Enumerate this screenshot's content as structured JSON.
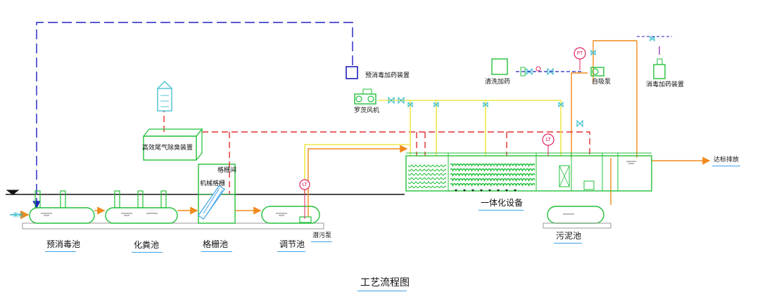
{
  "labels": {
    "pre_disinfect_dosing": "预消毒加药装置",
    "roots_blower": "罗茨风机",
    "cleaning_dosing": "清洗加药",
    "self_priming_pump": "自吸泵",
    "disinfect_dosing": "消毒加药装置",
    "deodorizer": "高效尾气除臭装置",
    "grille_room": "格栅间",
    "mech_grille": "机械格栅",
    "submersible_pump": "潜污泵",
    "integrated_equipment": "一体化设备",
    "discharge": "达标排放",
    "inlet": "来水",
    "sludge_tank": "污泥池"
  },
  "tanks": {
    "pre_disinfect_tank": "预消毒池",
    "septic_tank": "化粪池",
    "grille_tank": "格栅池",
    "equalization_tank": "调节池"
  },
  "instruments": {
    "pt": "PT",
    "lt_left": "LT",
    "lt_right": "LT"
  },
  "title": "工艺流程图",
  "colors": {
    "equipment": "#22c03a",
    "sewage_line": "#f08a1c",
    "air_line": "#f0e84a",
    "odor_line": "#e03030",
    "dosing_line": "#2020c0",
    "instrument": "#e0245e",
    "label_underline": "#3aa0e8",
    "water_arrow": "#28b8c8"
  }
}
